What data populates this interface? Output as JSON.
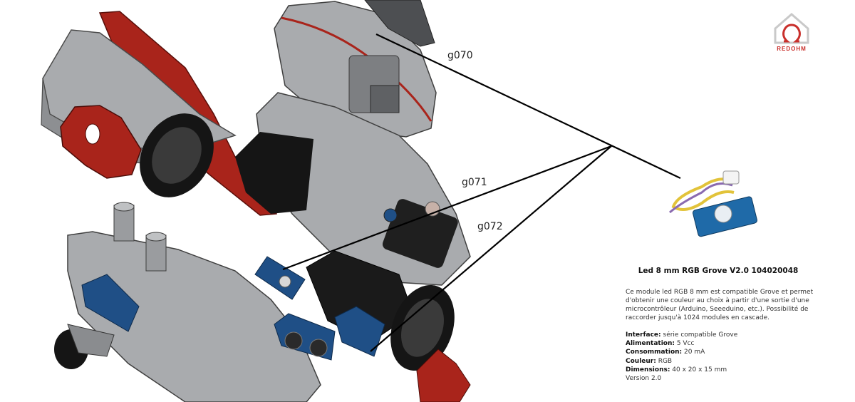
{
  "callouts": [
    {
      "id": "g070",
      "label": "g070"
    },
    {
      "id": "g071",
      "label": "g071"
    },
    {
      "id": "g072",
      "label": "g072"
    }
  ],
  "logo": {
    "brand": "REDOHM"
  },
  "component": {
    "title": "Led 8 mm RGB Grove V2.0 104020048",
    "description": "Ce module led RGB 8 mm est compatible Grove et permet d'obtenir une couleur au choix à partir d'une sortie d'une microcontrôleur (Arduino, Seeeduino, etc.). Possibilité de raccorder jusqu'à 1024 modules en cascade.",
    "specs": [
      {
        "label": "Interface:",
        "value": " série compatible Grove"
      },
      {
        "label": "Alimentation:",
        "value": " 5 Vcc"
      },
      {
        "label": "Consommation:",
        "value": " 20 mA"
      },
      {
        "label": "Couleur:",
        "value": " RGB"
      },
      {
        "label": "Dimensions:",
        "value": " 40 x 20 x 15 mm"
      }
    ],
    "version": "Version 2.0"
  },
  "colors": {
    "body_gray": "#a9abae",
    "body_dark": "#6d6f72",
    "accent_red": "#a9241b",
    "pcb_blue": "#1f4f86",
    "black": "#151515",
    "line": "#000000"
  }
}
